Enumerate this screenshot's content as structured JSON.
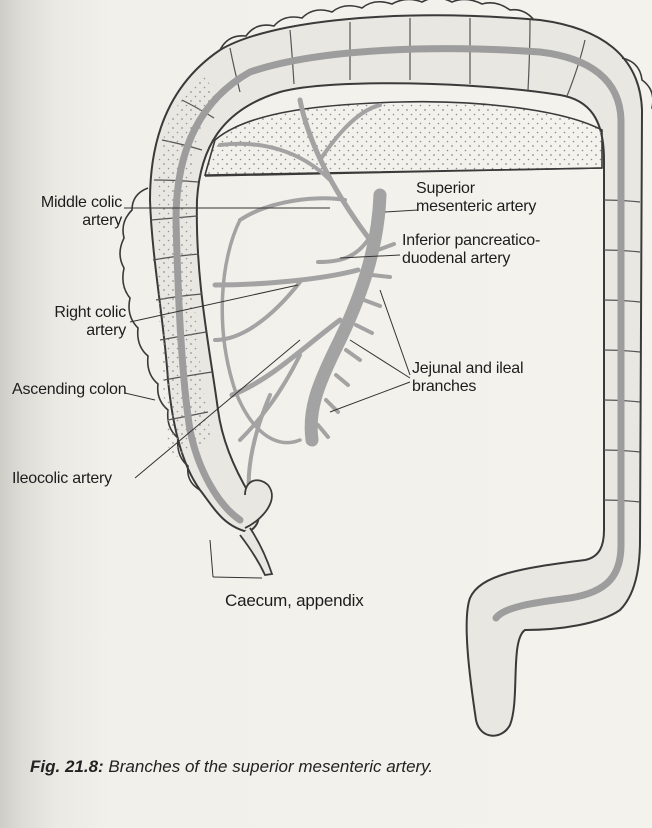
{
  "labels": {
    "middle_colic": [
      "Middle colic",
      "artery"
    ],
    "superior_mesenteric": [
      "Superior",
      "mesenteric artery"
    ],
    "inferior_pancreatico": [
      "Inferior pancreatico-",
      "duodenal artery"
    ],
    "right_colic": [
      "Right colic",
      "artery"
    ],
    "jejunal_ileal": [
      "Jejunal and ileal",
      "branches"
    ],
    "ascending_colon": "Ascending colon",
    "ileocolic": "Ileocolic artery",
    "caecum_appendix": "Caecum, appendix"
  },
  "caption": {
    "figure_number": "Fig. 21.8:",
    "text": "Branches of the superior mesenteric artery."
  },
  "colors": {
    "colon_fill": "#e9e7e1",
    "colon_outline": "#3a3a3a",
    "artery": "#a3a3a3",
    "mesentery_dots": "#8a8a8a"
  }
}
